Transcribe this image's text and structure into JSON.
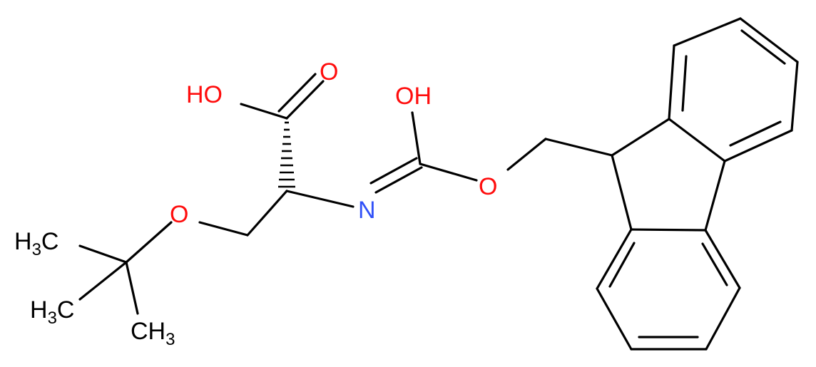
{
  "atoms": {
    "acid_oh": "HO",
    "acid_o": "O",
    "carbamate_oh": "OH",
    "ester_o": "O",
    "ether_o": "O",
    "imine_n": "N",
    "methyl_1": {
      "main": "H",
      "sub": "3",
      "tail": "C"
    },
    "methyl_2": {
      "main": "H",
      "sub": "3",
      "tail": "C"
    },
    "methyl_3": {
      "main": "CH",
      "sub": "3"
    }
  },
  "colors": {
    "oxygen": "#ff0d0d",
    "nitrogen": "#3050f8",
    "bond": "#000000"
  }
}
